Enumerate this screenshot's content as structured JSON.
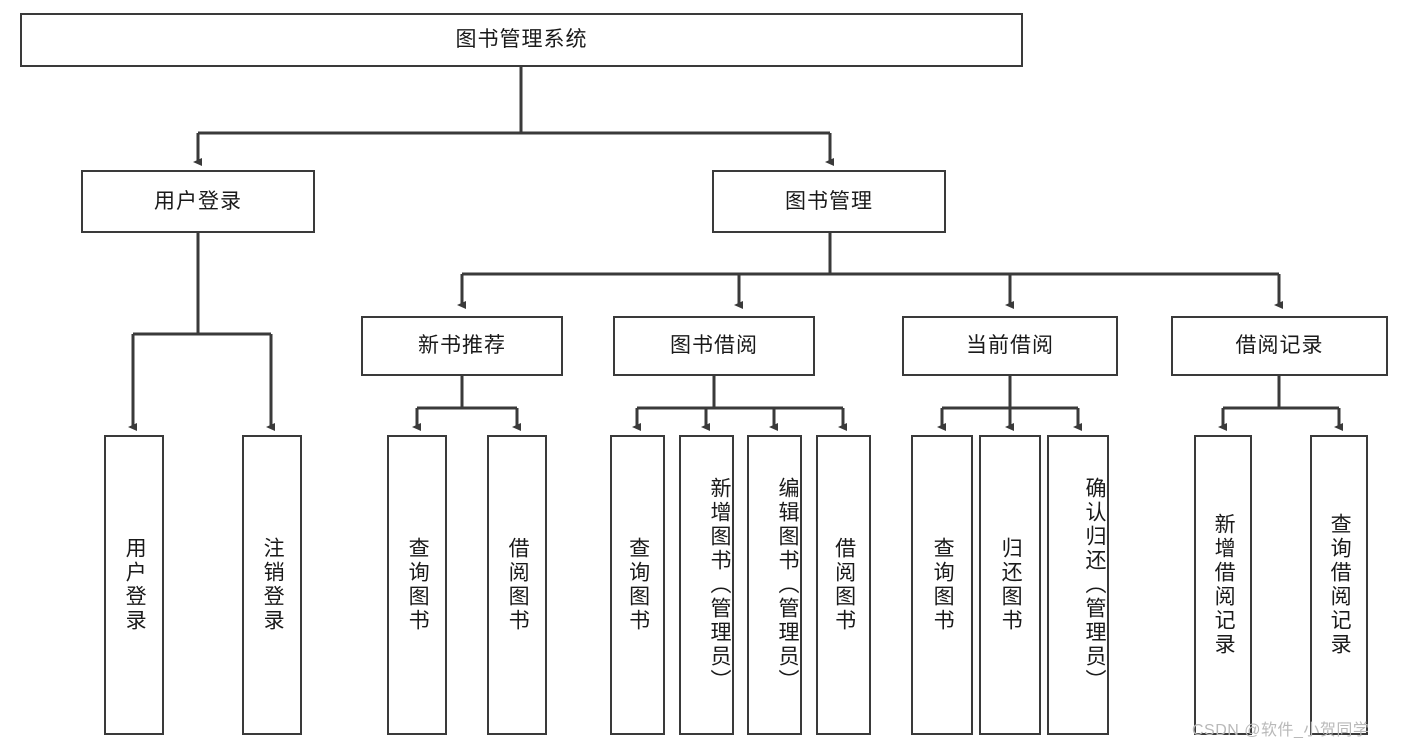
{
  "diagram": {
    "type": "tree-hierarchy",
    "title": "图书管理系统",
    "root": {
      "label": "图书管理系统"
    },
    "level2": [
      {
        "label": "用户登录"
      },
      {
        "label": "图书管理"
      }
    ],
    "level3": [
      {
        "label": "新书推荐"
      },
      {
        "label": "图书借阅"
      },
      {
        "label": "当前借阅"
      },
      {
        "label": "借阅记录"
      }
    ],
    "leaves": {
      "user_login": [
        {
          "label": "用户登录"
        },
        {
          "label": "注销登录"
        }
      ],
      "new_book_recommend": [
        {
          "label": "查询图书"
        },
        {
          "label": "借阅图书"
        }
      ],
      "book_borrow": [
        {
          "label": "查询图书"
        },
        {
          "label": "新增图书（管理员）"
        },
        {
          "label": "编辑图书（管理员）"
        },
        {
          "label": "借阅图书"
        }
      ],
      "current_borrow": [
        {
          "label": "查询图书"
        },
        {
          "label": "归还图书"
        },
        {
          "label": "确认归还（管理员）"
        }
      ],
      "borrow_record": [
        {
          "label": "新增借阅记录"
        },
        {
          "label": "查询借阅记录"
        }
      ]
    }
  },
  "watermark": {
    "text": "CSDN @软件_小贺同学"
  },
  "colors": {
    "stroke": "#3a3a3a",
    "text": "#1a1a1a",
    "background": "#ffffff",
    "watermark": "#b9b9b9"
  }
}
